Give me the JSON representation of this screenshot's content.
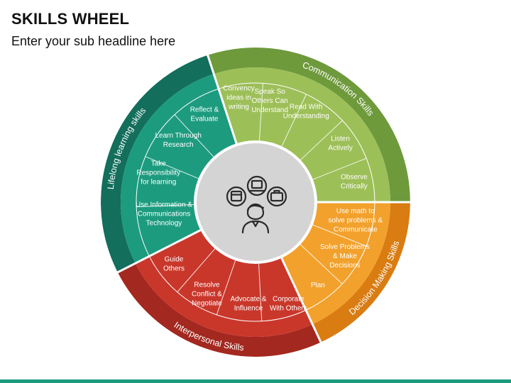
{
  "header": {
    "title": "SKILLS WHEEL",
    "subtitle": "Enter your sub headline here"
  },
  "colors": {
    "footer_bar": "#1c9a7d",
    "center_fill": "#d4d4d4",
    "icon_stroke": "#2a2a2a",
    "divider": "#ffffff"
  },
  "center_icons": [
    "window-icon",
    "laptop-icon",
    "briefcase-icon",
    "person-icon"
  ],
  "categories": [
    {
      "id": "communication",
      "name": "Communication Skills",
      "outer_color": "#6e9a3c",
      "inner_color": "#9dbf58",
      "items": [
        [
          "Convency",
          "ideas in",
          "writing"
        ],
        [
          "Speak So",
          "Others Can",
          "Understand"
        ],
        [
          "Read With",
          "Understanding"
        ],
        [
          "Listen",
          "Actively"
        ],
        [
          "Observe",
          "Critically"
        ]
      ]
    },
    {
      "id": "decision",
      "name": "Decision Making Skills",
      "outer_color": "#d97c12",
      "inner_color": "#f2a12c",
      "items": [
        [
          "Use math to",
          "solve problems &",
          "Communicate"
        ],
        [
          "Solve Problems",
          "& Make",
          "Decisions"
        ],
        [
          "Plan"
        ]
      ]
    },
    {
      "id": "interpersonal",
      "name": "Interpersonal Skills",
      "outer_color": "#a3281f",
      "inner_color": "#c9372b",
      "items": [
        [
          "Corporate",
          "With  Others"
        ],
        [
          "Advocate &",
          "Influence"
        ],
        [
          "Resolve",
          "Conflict &",
          "Negotiate"
        ],
        [
          "Guide",
          "Others"
        ]
      ]
    },
    {
      "id": "lifelong",
      "name": "Lifelong learning skills",
      "outer_color": "#136e5c",
      "inner_color": "#1d9b7f",
      "items": [
        [
          "Use Information &",
          "Communications",
          "Technology"
        ],
        [
          "Take",
          "Responsibility",
          "for learning"
        ],
        [
          "Learn Through",
          "Research"
        ],
        [
          "Reflect &",
          "Evaluate"
        ]
      ]
    }
  ]
}
